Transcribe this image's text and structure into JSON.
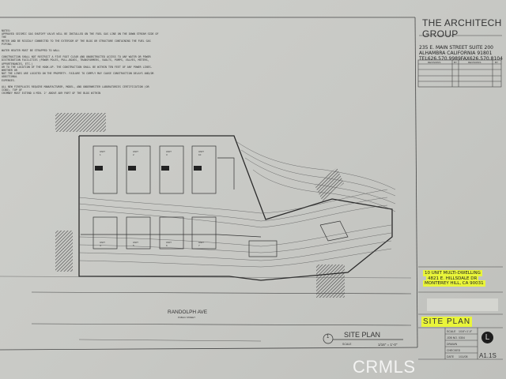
{
  "title_block": {
    "firm": "THE ARCHITECH GROUP",
    "address_lines": [
      "235 E. MAIN STREET SUITE 200",
      "ALHAMBRA CALIFORNIA 91801",
      "TEL626.570.9989FAX626.570.8104"
    ],
    "revisions_header": "REVISIONS",
    "by_header": "BY",
    "project_lines": [
      "10 UNIT MULTI-DWELLING",
      "4821 E. HILLSDALE DR",
      "MONTEREY HILL, CA 90031"
    ],
    "sheet_title": "SITE PLAN",
    "fields": {
      "scale_label": "SCALE",
      "scale_value": "1/16\"=1'-0\"",
      "job_label": "JOB NO.",
      "job_value": "0304",
      "drawn_label": "DRAWN",
      "checked_label": "CHECKED",
      "date_label": "DATE",
      "date_value": "1/11/08"
    },
    "sheet_number": "A1.1S",
    "logo_glyph": "L"
  },
  "notes": {
    "heading": "NOTES:",
    "lines": [
      "APPROVED SEISMIC GAS SHUTOFF VALVE WILL BE INSTALLED ON THE FUEL GAS LINE ON THE DOWN STREAM SIDE OF THE",
      "METER AND BE RIGIDLY CONNECTED TO THE EXTERIOR OF THE BLDG OR STRUCTURE CONTAINING THE FUEL GAS PIPING.",
      "",
      "WATER HEATER MUST BE STRAPPED TO WALL",
      "",
      "CONSTRUCTION SHALL NOT RESTRICT A FIVE FOOT CLEAR AND UNOBSTRUCTED ACCESS TO ANY WATER OR POWER",
      "DISTRIBUTION FACILITIES (POWER POLES, PULL-BOXES, TRANSFORMERS, VAULTS, PUMPS, VALVES, METERS, APPURTENANCES, ETC.)",
      "OR TO THE LOCATION OF THE HOOK-UP. THE CONSTRUCTION SHALL BE WITHIN TEN FEET OF ANY POWER LINES-WHETHER OR",
      "NOT THE LINES ARE LOCATED ON THE PROPERTY. FAILURE TO COMPLY MAY CAUSE CONSTRUCTION DELAYS AND/OR ADDITIONAL",
      "EXPENSES.",
      "",
      "ALL NEW FIREPLACES REQUIRE MANUFACTURER, MODEL, AND UNDERWRITER LABORATORIES CERTIFICATION (OR ICBO). TOP OF",
      "CHIMNEY MUST EXTEND 4 MIN. 2' ABOVE ANY PART OF THE BLDG WITHIN"
    ]
  },
  "plan": {
    "street_name": "RANDOLPH AVE",
    "street_sub": "PUBLIC STREET",
    "units_top": [
      "UNIT 1",
      "UNIT 2",
      "UNIT 3",
      "UNIT 10"
    ],
    "units_bottom": [
      "UNIT 4",
      "UNIT 5",
      "UNIT 6",
      "UNIT 7"
    ],
    "drawing_number": "1",
    "drawing_title": "SITE PLAN",
    "drawing_scale_label": "SCALE",
    "drawing_scale": "1/16\" = 1'-0\""
  },
  "watermark": "CRMLS",
  "colors": {
    "highlight": "#e9f53a",
    "paper": "#c9cac6",
    "line": "#2a2a2a"
  }
}
